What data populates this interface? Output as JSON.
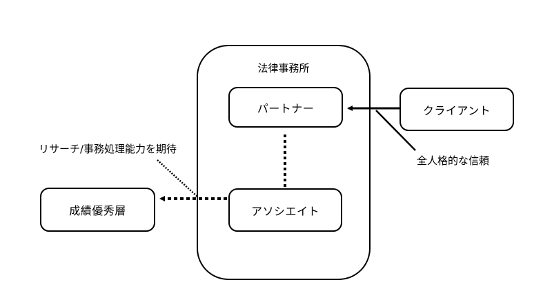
{
  "firm": {
    "title": "法律事務所"
  },
  "nodes": {
    "partner": "パートナー",
    "associate": "アソシエイト",
    "client": "クライアント",
    "top_students": "成績優秀層"
  },
  "labels": {
    "research_expectation": "リサーチ/事務処理能力を期待",
    "full_trust": "全人格的な信頼"
  },
  "colors": {
    "stroke": "#000000",
    "background": "#ffffff"
  }
}
